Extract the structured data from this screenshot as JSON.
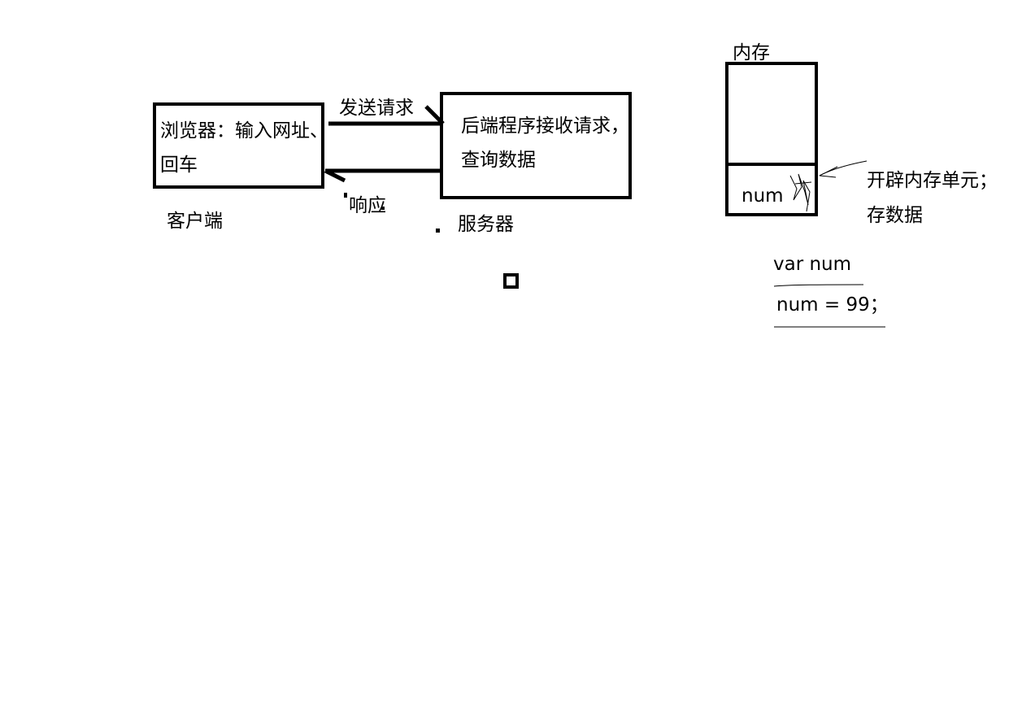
{
  "diagram": {
    "browser_box_text": "浏览器：输入网址、回车",
    "browser_line1": "浏览器：输入网址、",
    "browser_line2": "回车",
    "client_label": "客户端",
    "request_label": "发送请求",
    "response_label": "响应",
    "server_line1": "后端程序接收请求，",
    "server_line2": "查询数据",
    "server_label": "服务器",
    "memory_label": "内存",
    "memory_cell_label": "num",
    "memory_note_line1": "开辟内存单元；",
    "memory_note_line2": "存数据",
    "code_line1": "var num",
    "code_line2": "num = 99；"
  },
  "colors": {
    "stroke": "#000000",
    "background": "#ffffff"
  }
}
